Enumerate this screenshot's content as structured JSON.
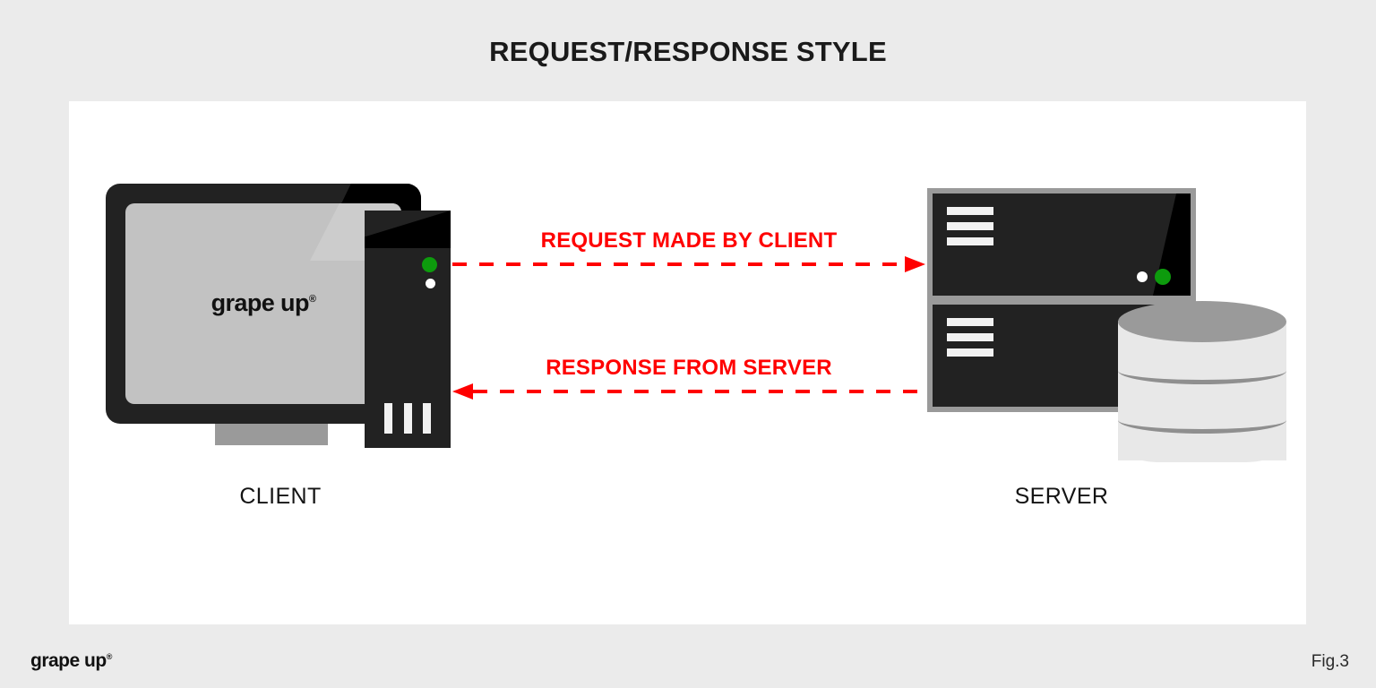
{
  "page": {
    "title": "REQUEST/RESPONSE STYLE",
    "background_color": "#ebebeb",
    "panel_color": "#ffffff"
  },
  "colors": {
    "accent_red": "#ff0000",
    "dark": "#222222",
    "gray": "#9a9a9a",
    "screen": "#c2c2c2",
    "led_green": "#0d9b0d",
    "led_white": "#ffffff",
    "database_body": "#e8e8e8"
  },
  "client": {
    "label": "CLIENT",
    "screen_logo": "grape up",
    "screen_logo_mark": "®",
    "leds": [
      {
        "name": "power-led-green",
        "color": "#0d9b0d"
      },
      {
        "name": "activity-led-white",
        "color": "#ffffff"
      }
    ],
    "tower_vent_bars": 3
  },
  "server": {
    "label": "SERVER",
    "rack_units": [
      {
        "name": "rack-unit-top",
        "lines": 3,
        "has_leds": true
      },
      {
        "name": "rack-unit-bottom",
        "lines": 3,
        "has_leds": false
      }
    ],
    "leds": [
      {
        "name": "status-led-white",
        "color": "#ffffff"
      },
      {
        "name": "status-led-green",
        "color": "#0d9b0d"
      }
    ],
    "database": {
      "name": "database-cylinder",
      "rings": 2
    }
  },
  "flows": [
    {
      "id": "request",
      "label": "REQUEST MADE BY CLIENT",
      "direction": "right",
      "color": "#ff0000",
      "style": "dashed"
    },
    {
      "id": "response",
      "label": "RESPONSE FROM SERVER",
      "direction": "left",
      "color": "#ff0000",
      "style": "dashed"
    }
  ],
  "footer": {
    "logo": "grape up",
    "logo_mark": "®",
    "figure": "Fig.3"
  }
}
